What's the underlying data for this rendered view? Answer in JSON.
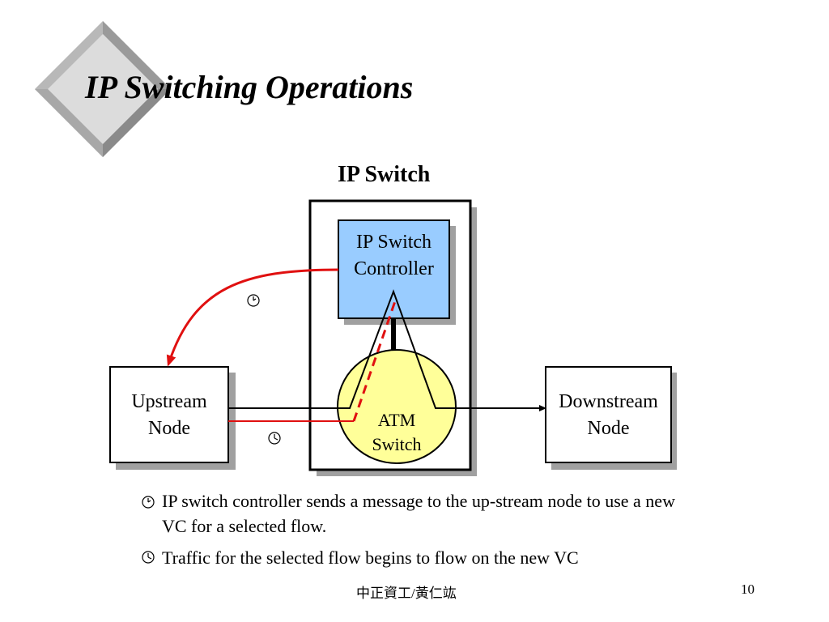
{
  "slide": {
    "title": "IP Switching Operations",
    "ip_switch_label": "IP Switch",
    "controller_label": "IP Switch\nController",
    "atm_label": "ATM\nSwitch",
    "upstream_label": "Upstream\nNode",
    "downstream_label": "Downstream\nNode",
    "step1_marker": "🕐",
    "step2_marker": "🕑"
  },
  "bullets": [
    {
      "icon": "🕐",
      "text": "IP switch controller sends a message to the up-stream node to use a new",
      "text2": "VC for a selected flow."
    },
    {
      "icon": "🕑",
      "text": "Traffic for the selected flow begins to flow on the new VC"
    }
  ],
  "footer": {
    "author": "中正資工/黃仁竑",
    "page_number": "10"
  },
  "colors": {
    "controller_fill": "#99ccff",
    "atm_fill": "#ffff99",
    "signal_arrow": "#e01010",
    "shadow": "#a0a0a0"
  }
}
